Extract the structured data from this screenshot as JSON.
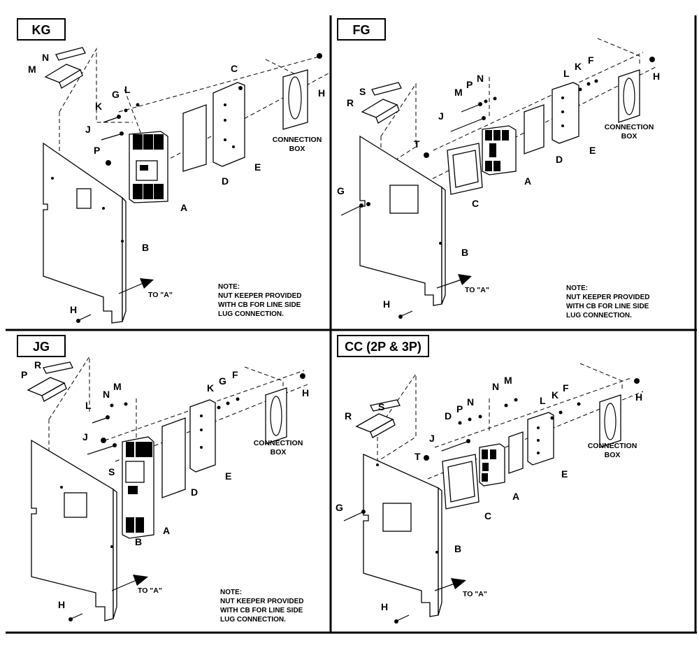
{
  "panels": {
    "kg": {
      "title": "KG",
      "labels": {
        "M": "M",
        "N": "N",
        "C": "C",
        "H1": "H",
        "G": "G",
        "L": "L",
        "K": "K",
        "J": "J",
        "P": "P",
        "A": "A",
        "B": "B",
        "D": "D",
        "E": "E",
        "H2": "H"
      },
      "connection_box": [
        "CONNECTION",
        "BOX"
      ],
      "to_a": "TO \"A\"",
      "note": [
        "NOTE:",
        "NUT KEEPER PROVIDED",
        "WITH CB FOR LINE SIDE",
        "LUG CONNECTION."
      ]
    },
    "fg": {
      "title": "FG",
      "labels": {
        "S": "S",
        "R": "R",
        "M": "M",
        "P": "P",
        "N": "N",
        "L": "L",
        "K": "K",
        "F": "F",
        "H1": "H",
        "J": "J",
        "T": "T",
        "G": "G",
        "C": "C",
        "A": "A",
        "D": "D",
        "E": "E",
        "B": "B",
        "H2": "H"
      },
      "connection_box": [
        "CONNECTION",
        "BOX"
      ],
      "to_a": "TO \"A\"",
      "note": [
        "NOTE:",
        "NUT KEEPER PROVIDED",
        "WITH CB FOR LINE SIDE",
        "LUG CONNECTION."
      ]
    },
    "jg": {
      "title": "JG",
      "labels": {
        "R": "R",
        "P": "P",
        "M": "M",
        "N": "N",
        "L": "L",
        "K": "K",
        "G": "G",
        "F": "F",
        "H1": "H",
        "J": "J",
        "S": "S",
        "D": "D",
        "E": "E",
        "A": "A",
        "B": "B",
        "H2": "H"
      },
      "connection_box": [
        "CONNECTION",
        "BOX"
      ],
      "to_a": "TO \"A\"",
      "note": [
        "NOTE:",
        "NUT KEEPER PROVIDED",
        "WITH CB FOR LINE SIDE",
        "LUG CONNECTION."
      ]
    },
    "cc": {
      "title": "CC (2P & 3P)",
      "labels": {
        "S": "S",
        "R": "R",
        "N1": "N",
        "M": "M",
        "D": "D",
        "P": "P",
        "N2": "N",
        "L": "L",
        "K": "K",
        "F": "F",
        "H1": "H",
        "J": "J",
        "T": "T",
        "G": "G",
        "C": "C",
        "A": "A",
        "E": "E",
        "B": "B",
        "H2": "H"
      },
      "connection_box": [
        "CONNECTION",
        "BOX"
      ],
      "to_a": "TO \"A\""
    }
  }
}
